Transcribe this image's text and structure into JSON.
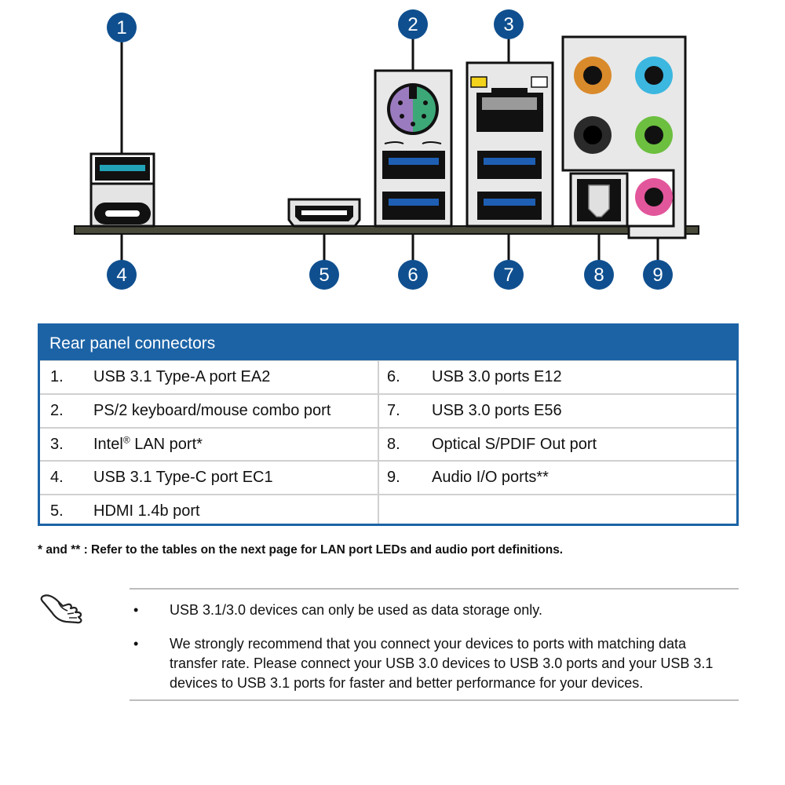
{
  "callouts": [
    "1",
    "2",
    "3",
    "4",
    "5",
    "6",
    "7",
    "8",
    "9"
  ],
  "table": {
    "title": "Rear panel connectors",
    "rows": [
      [
        {
          "num": "1.",
          "label": "USB 3.1 Type-A port EA2"
        },
        {
          "num": "6.",
          "label": "USB 3.0 ports E12"
        }
      ],
      [
        {
          "num": "2.",
          "label": "PS/2 keyboard/mouse combo port"
        },
        {
          "num": "7.",
          "label": "USB 3.0 ports E56"
        }
      ],
      [
        {
          "num": "3.",
          "label_before": "Intel",
          "label_sup": "®",
          "label_after": " LAN port*"
        },
        {
          "num": "8.",
          "label": "Optical S/PDIF Out port"
        }
      ],
      [
        {
          "num": "4.",
          "label": "USB 3.1 Type-C port EC1"
        },
        {
          "num": "9.",
          "label": "Audio I/O ports**"
        }
      ],
      [
        {
          "num": "5.",
          "label": "HDMI 1.4b port"
        },
        {
          "num": "",
          "label": ""
        }
      ]
    ]
  },
  "footnote": "* and ** : Refer to the tables on the next page for LAN port LEDs and audio port definitions.",
  "notes": {
    "icon": "pointing-hand-icon",
    "bullet": "•",
    "items": [
      "USB 3.1/3.0 devices can only be used as data storage only.",
      "We strongly recommend that you connect your devices to ports with matching data transfer rate. Please connect your USB 3.0 devices to USB 3.0 ports and your USB 3.1 devices to USB 3.1 ports for faster and better performance for your devices."
    ]
  },
  "colors": {
    "accent_blue": "#1c63a6",
    "callout_blue": "#0f4f8f",
    "usb3_blue": "#1e5fb4",
    "usb31_teal": "#22a3b8",
    "ps2_purple": "#9b7bbf",
    "ps2_green": "#3da877",
    "audio_orange": "#d98a2b",
    "audio_blue": "#3bb7e0",
    "audio_green": "#6cbf3f",
    "audio_pink": "#e2569b",
    "led_yellow": "#f2d21b"
  }
}
